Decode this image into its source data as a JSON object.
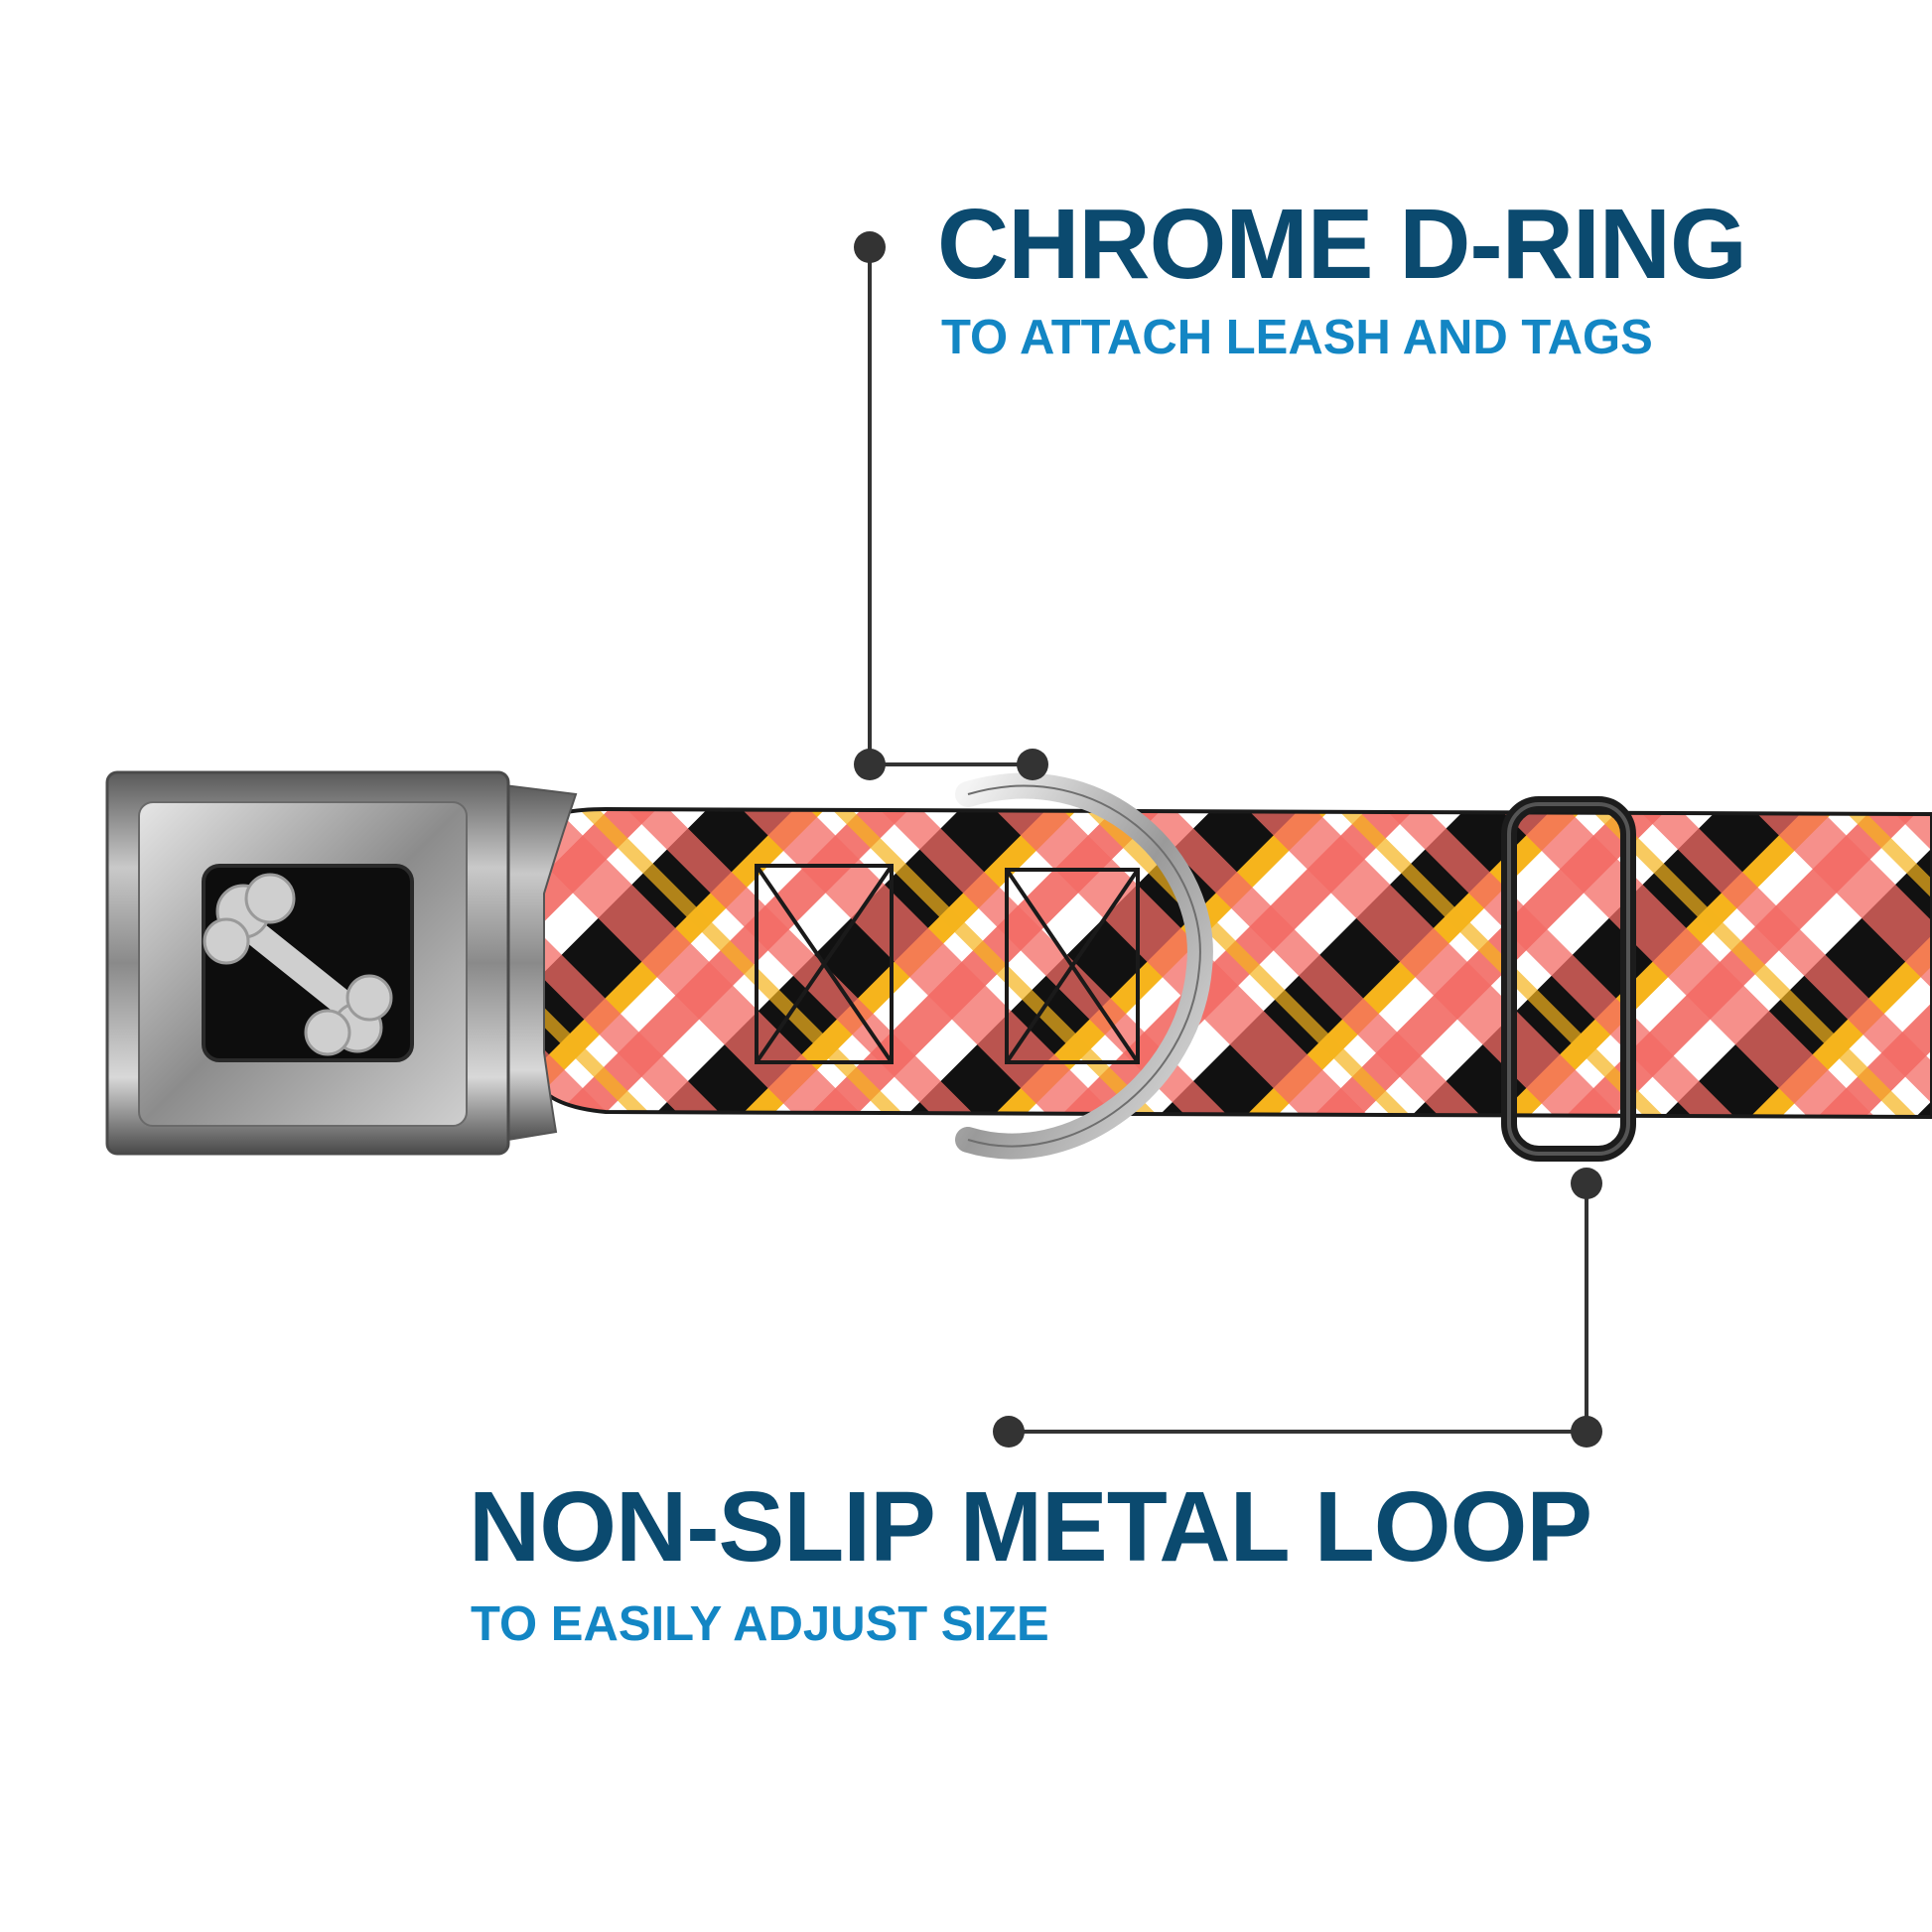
{
  "callouts": {
    "d_ring": {
      "title": "CHROME D-RING",
      "subtitle": "TO ATTACH LEASH AND TAGS"
    },
    "metal_loop": {
      "title": "NON-SLIP METAL LOOP",
      "subtitle": "TO EASILY ADJUST SIZE"
    }
  },
  "colors": {
    "title": "#0b4a6f",
    "subtitle": "#1386c4",
    "leader": "#333333",
    "plaid_coral": "#f26b64",
    "plaid_black": "#111111",
    "plaid_yellow": "#f6b41c",
    "plaid_white": "#ffffff"
  },
  "icons": {
    "buckle_logo": "bone-icon"
  }
}
